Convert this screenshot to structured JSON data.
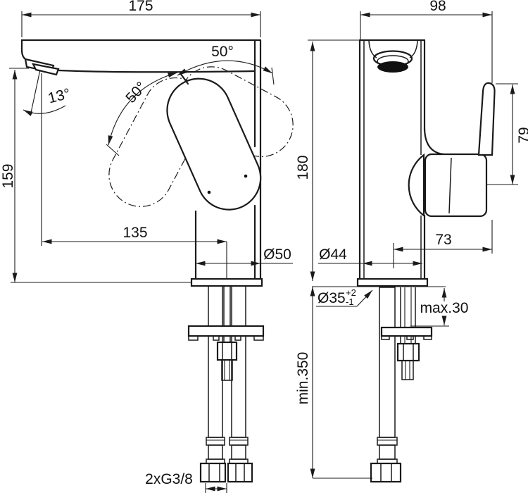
{
  "drawing_type": "faucet installation dimension drawing",
  "colors": {
    "line": "#1a1a1a",
    "background": "#ffffff",
    "aerator_fill": "#111111"
  },
  "views": {
    "side": {
      "overall_width": "175",
      "spout_height": "159",
      "spout_reach": "135",
      "spout_angle": "13°",
      "handle_swing_left": "50°",
      "handle_swing_right": "50°",
      "base_diameter": "Ø50",
      "hose_thread": "2xG3/8"
    },
    "front": {
      "overall_width": "98",
      "body_height": "180",
      "handle_length": "79",
      "handle_offset": "73",
      "body_diameter": "Ø44",
      "hole_diameter": "Ø35",
      "hole_tolerance_plus": "+2",
      "hole_tolerance_minus": "-1",
      "deck_thickness_max": "max.30",
      "hose_length_min": "min.350"
    }
  }
}
